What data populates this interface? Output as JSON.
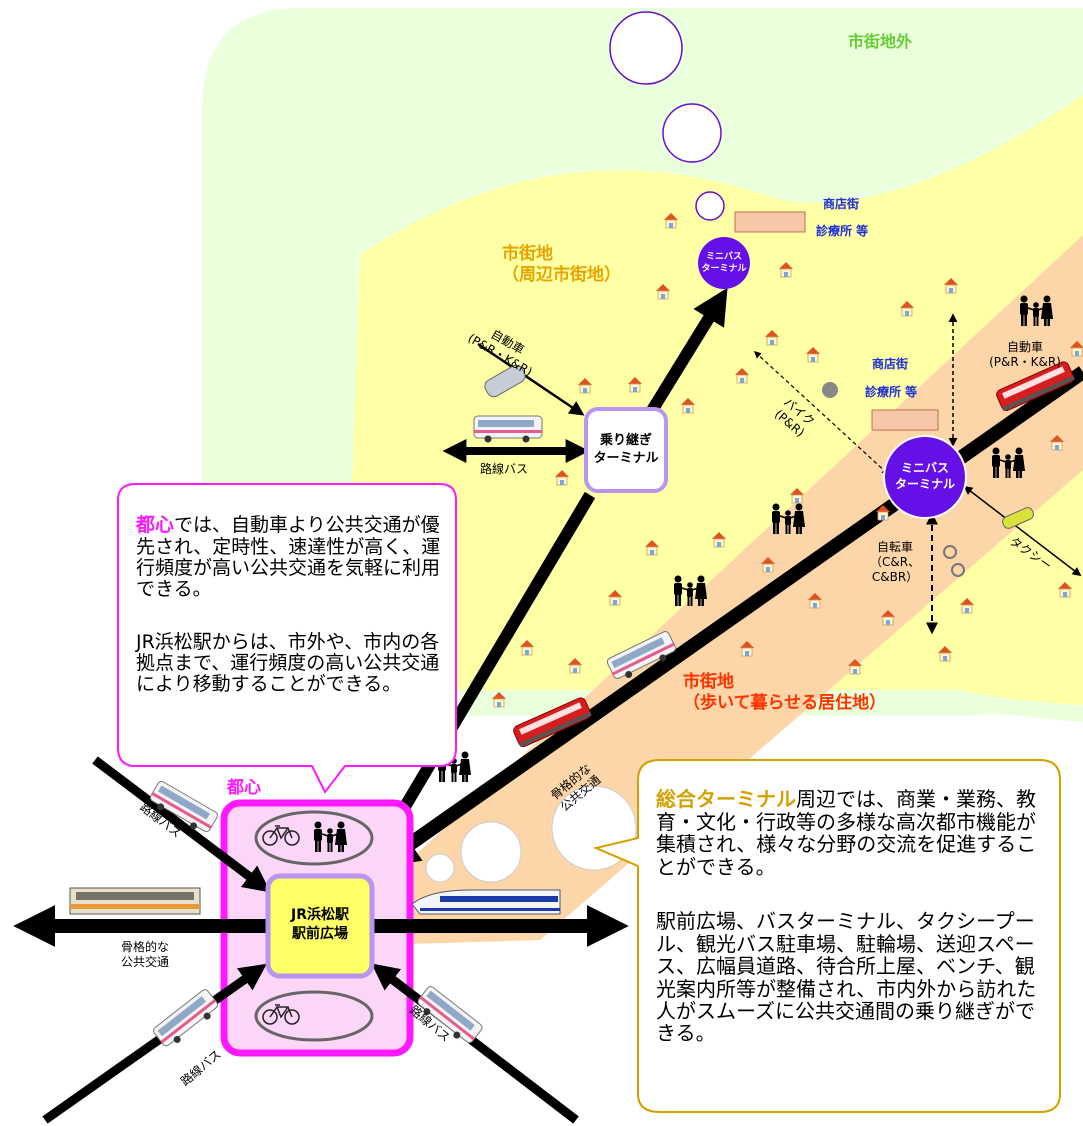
{
  "zones": {
    "outer": "市街地外",
    "suburban": "市街地\n（周辺市街地）",
    "walkable": "市街地\n（歩いて暮らせる居住地）",
    "center": "都心"
  },
  "nodes": {
    "jr_station": "JR浜松駅\n駅前広場",
    "transfer_terminal": "乗り継ぎ\nターミナル",
    "mini_bus_main": "ミニバス\nターミナル",
    "mini_bus_top": "ミニバス\nターミナル"
  },
  "labels": {
    "shopping_top": "商店街",
    "clinic_top": "診療所 等",
    "shopping_mid": "商店街",
    "clinic_mid": "診療所 等",
    "car_left": "自動車\n(P&R・K&R)",
    "car_right": "自動車\n(P&R・K&R)",
    "bike": "バイク\n(P&R)",
    "bicycle": "自転車\n（C&R、\nC&BR）",
    "taxi": "タクシー",
    "route_bus_upper": "路線バス",
    "route_bus_left": "路線バス",
    "route_bus_bottom_left": "路線バス",
    "route_bus_bottom_right": "路線バス",
    "backbone_diagonal": "骨格的な\n公共交通",
    "backbone_left": "骨格的な\n公共交通"
  },
  "callouts": {
    "center_keyword": "都心",
    "center_p1": "では、自動車より公共交通が優先され、定時性、速達性が高く、運行頻度が高い公共交通を気軽に利用できる。",
    "center_p2": "JR浜松駅からは、市外や、市内の各拠点まで、運行頻度の高い公共交通により移動することができる。",
    "terminal_keyword": "総合ターミナル",
    "terminal_p1": "周辺では、商業・業務、教育・文化・行政等の多様な高次都市機能が集積され、様々な分野の交流を促進することができる。",
    "terminal_p2": "駅前広場、バスターミナル、タクシープール、観光バス駐車場、駐輪場、送迎スペース、広幅員道路、待合所上屋、ベンチ、観光案内所等が整備され、市内外から訪れた人がスムーズに公共交通間の乗り継ぎができる。"
  },
  "colors": {
    "outer_zone": "#eaffdc",
    "suburban_zone": "#ffffa6",
    "walkable_zone": "#fcd5a8",
    "center_border": "#ff19ff",
    "center_fill": "#fbd6f6",
    "terminal_purple": "#6610e8",
    "suburban_text": "#e6a400",
    "walkable_text": "#ff3300",
    "outer_text": "#66cc33"
  }
}
